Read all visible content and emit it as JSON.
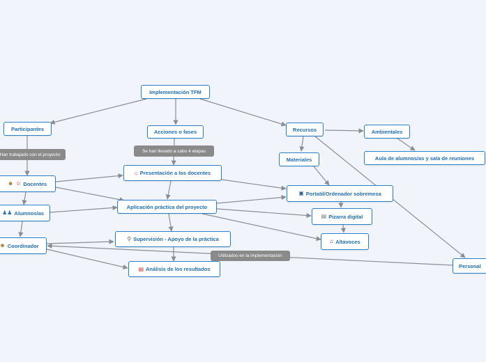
{
  "nodes": {
    "root": "Implementación TFM",
    "participantes": "Participantes",
    "acciones": "Acciones o fases",
    "recursos": "Recursos",
    "ambientales": "Ambientales",
    "aula": "Aula de alumnos/as y sala de reuniones",
    "materiales": "Materiales",
    "docentes": "Docentes",
    "alumnos": "Alumnos/as",
    "coordinador": "Coordinador",
    "presentacion": "Presentación a los docentes",
    "aplicacion": "Aplicación práctica del proyecto",
    "supervision": "Supervisión - Apoyo de la práctica",
    "analisis": "Análisis de los resultados",
    "portatil": "Portatil/Ordenador sobremesa",
    "pizarra": "Pizarra digital",
    "altavoces": "Altavoces",
    "personal": "Personal"
  },
  "tags": {
    "trabajado": "Han trabajado con el proyecto",
    "etapas": "Se han llevado a cabo 4 etapas",
    "utilizados": "Utilizados en la implementación"
  },
  "icons": {
    "docentes": [
      "teacher-man-icon",
      "teacher-woman-icon"
    ],
    "alumnos": "students-icon",
    "coordinador": "coordinator-icon",
    "presentacion": "house-icon",
    "supervision": "magnifier-icon",
    "analisis": "chart-icon",
    "portatil": "computer-icon",
    "pizarra": "whiteboard-icon",
    "altavoces": "music-note-icon"
  },
  "colors": {
    "background": "#f2f4fb",
    "node_border": "#2a7fc9",
    "node_text": "#1f6fb8",
    "tag_bg": "#8a8a8a",
    "edge": "#8a8d96"
  }
}
